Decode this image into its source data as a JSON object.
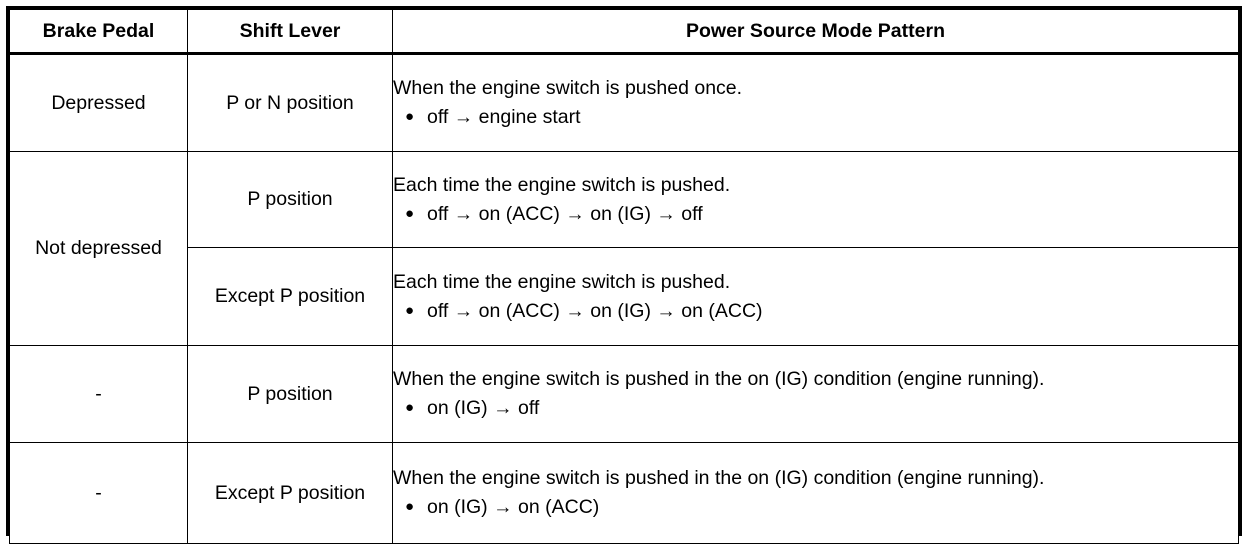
{
  "table": {
    "columns": [
      {
        "key": "brake_pedal",
        "label": "Brake Pedal"
      },
      {
        "key": "shift_lever",
        "label": "Shift Lever"
      },
      {
        "key": "power_source_mode_pattern",
        "label": "Power Source Mode Pattern"
      }
    ],
    "bullet_glyph": "●",
    "arrow_glyph": "→",
    "rows": [
      {
        "brake_pedal": "Depressed",
        "shift_lever": "P or N position",
        "mode_title": "When the engine switch is pushed once.",
        "mode_sequence": "off → engine start"
      },
      {
        "brake_pedal": "Not depressed",
        "shift_lever": "P position",
        "mode_title": "Each time the engine switch is pushed.",
        "mode_sequence": "off → on (ACC) → on (IG) → off"
      },
      {
        "brake_pedal": "",
        "shift_lever": "Except P position",
        "mode_title": "Each time the engine switch is pushed.",
        "mode_sequence": "off → on (ACC) → on (IG) → on (ACC)"
      },
      {
        "brake_pedal": "-",
        "shift_lever": "P position",
        "mode_title": "When the engine switch is pushed in the on (IG) condition (engine running).",
        "mode_sequence": "on (IG) → off"
      },
      {
        "brake_pedal": "-",
        "shift_lever": "Except P position",
        "mode_title": "When the engine switch is pushed in the on (IG) condition (engine running).",
        "mode_sequence": "on (IG) → on (ACC)"
      }
    ]
  },
  "colors": {
    "border": "#000000",
    "background": "#ffffff",
    "text": "#000000"
  }
}
